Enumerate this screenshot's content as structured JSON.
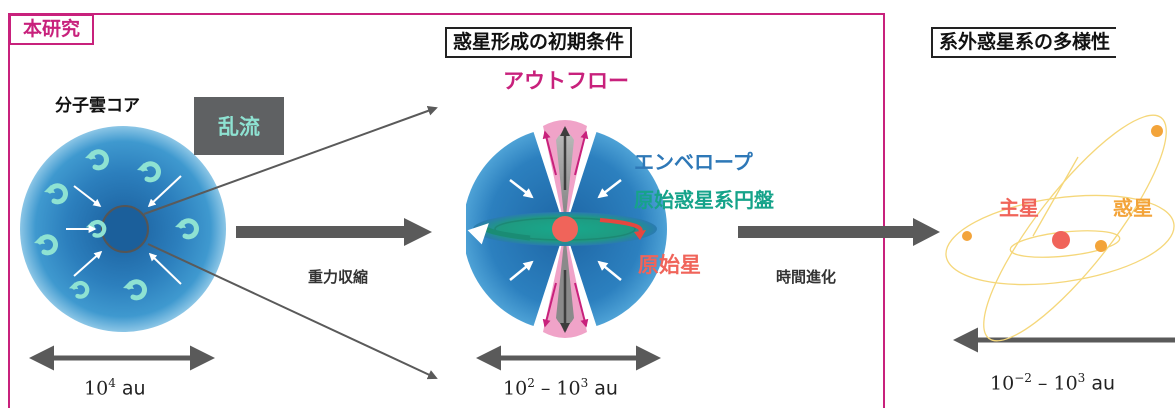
{
  "study_tag": "本研究",
  "titles": {
    "initial_conditions": "惑星形成の初期条件",
    "diversity": "系外惑星系の多様性"
  },
  "core": {
    "label": "分子雲コア",
    "turbulence": "乱流",
    "scale_base": "10",
    "scale_exp": "4",
    "scale_unit": " au"
  },
  "process": {
    "contraction": "重力収縮",
    "evolution": "時間進化"
  },
  "disk_stage": {
    "outflow": "アウトフロー",
    "envelope": "エンベロープ",
    "disk": "原始惑星系円盤",
    "protostar": "原始星",
    "scale_a": "10",
    "scale_a_exp": "2",
    "scale_dash": " – ",
    "scale_b": "10",
    "scale_b_exp": "3",
    "scale_unit": " au"
  },
  "system": {
    "host_star": "主星",
    "planet": "惑星",
    "scale_a": "10",
    "scale_a_exp": "−2",
    "scale_dash": " – ",
    "scale_b": "10",
    "scale_b_exp": "3",
    "scale_unit": " au"
  },
  "colors": {
    "magenta": "#c8217c",
    "blue_text": "#2e78b7",
    "teal_text": "#16a38a",
    "salmon": "#f0645a",
    "orange": "#f3a43a",
    "arrow_gray": "#5a5a5a",
    "turb_text": "#8ee2d2"
  }
}
